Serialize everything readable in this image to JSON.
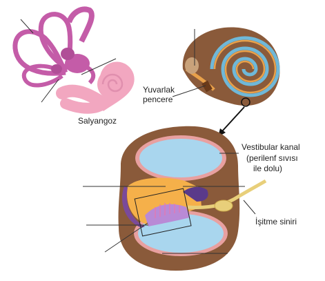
{
  "labels": {
    "cochlea": "Salyangoz",
    "round_window_line1": "Yuvarlak",
    "round_window_line2": "pencere",
    "vestibular_line1": "Vestibular kanal",
    "vestibular_line2": "(perilenf sıvısı",
    "vestibular_line3": "ile dolu)",
    "auditory_nerve": "İşitme siniri"
  },
  "colors": {
    "canal_purple": "#c45ca8",
    "cochlea_pink": "#f2a7c0",
    "spiral_blue": "#6fb8d8",
    "spiral_orange": "#e9a14a",
    "section_brown": "#8a5a3a",
    "duct_blue": "#a9d6ee",
    "duct_rim": "#e8a0a0",
    "membrane_orange": "#f5b04a",
    "organ_purple": "#7a4a9a",
    "nerve_yellow": "#e8cf7a"
  }
}
